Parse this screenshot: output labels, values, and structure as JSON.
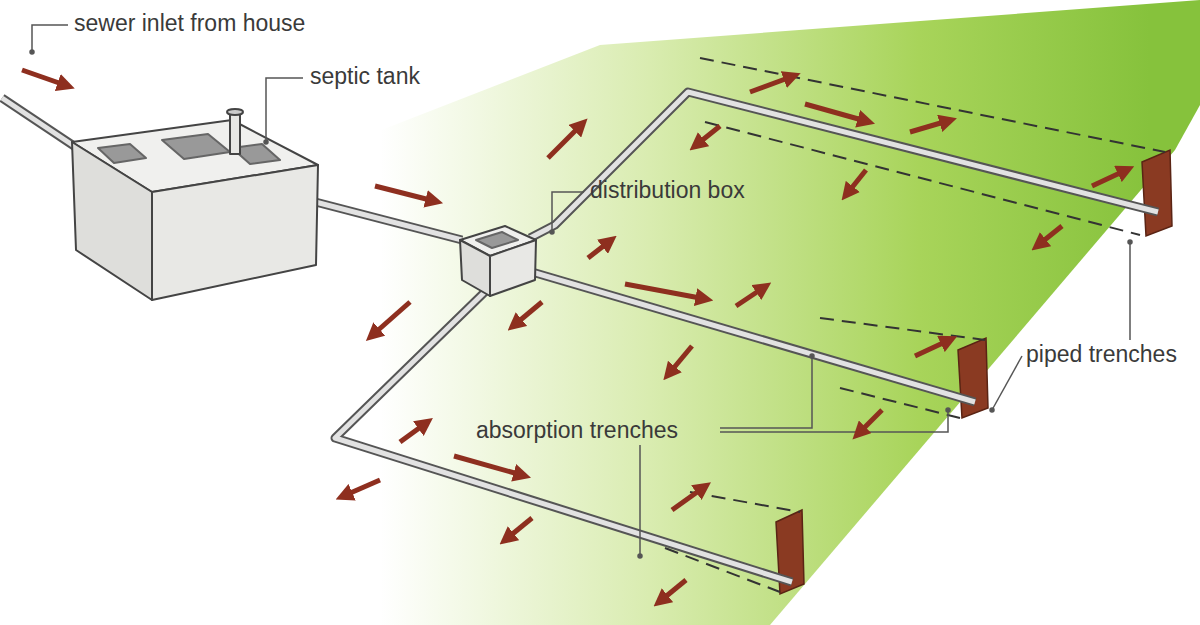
{
  "diagram": {
    "labels": [
      "sewer inlet from house",
      "septic tank",
      "distribution box",
      "absorption trenches",
      "piped trenches"
    ]
  }
}
